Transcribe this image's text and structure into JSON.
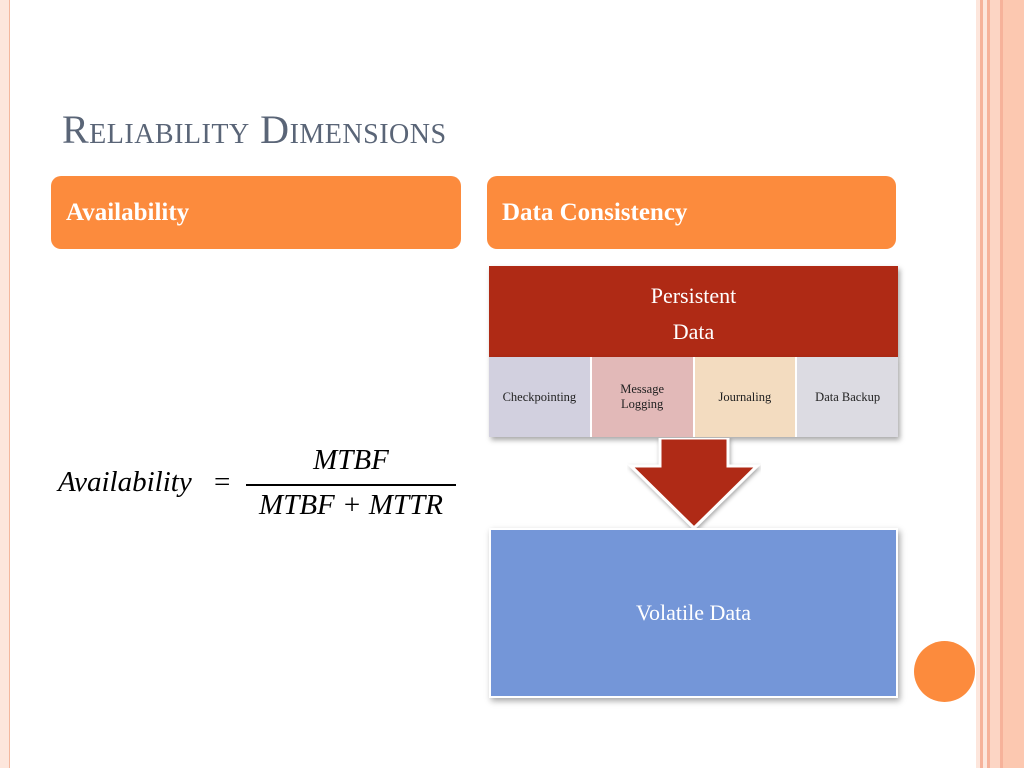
{
  "slide": {
    "title": "Reliability Dimensions",
    "headers": {
      "left": "Availability",
      "right": "Data Consistency"
    },
    "formula": {
      "lhs": "Availability",
      "equals": "=",
      "numerator": "MTBF",
      "denominator": "MTBF + MTTR"
    },
    "diagram": {
      "persistent_line1": "Persistent",
      "persistent_line2": "Data",
      "techniques": [
        {
          "label_line1": "Checkpointing",
          "label_line2": "",
          "color": "#d2d0df"
        },
        {
          "label_line1": "Message",
          "label_line2": "Logging",
          "color": "#e2b9b8"
        },
        {
          "label_line1": "Journaling",
          "label_line2": "",
          "color": "#f3dcc0"
        },
        {
          "label_line1": "Data Backup",
          "label_line2": "",
          "color": "#dcdbe2"
        }
      ],
      "volatile": "Volatile Data"
    },
    "colors": {
      "accent_orange": "#fc8b3d",
      "persistent_red": "#af2a15",
      "volatile_blue": "#7496d8",
      "title_gray": "#5a6577"
    }
  }
}
